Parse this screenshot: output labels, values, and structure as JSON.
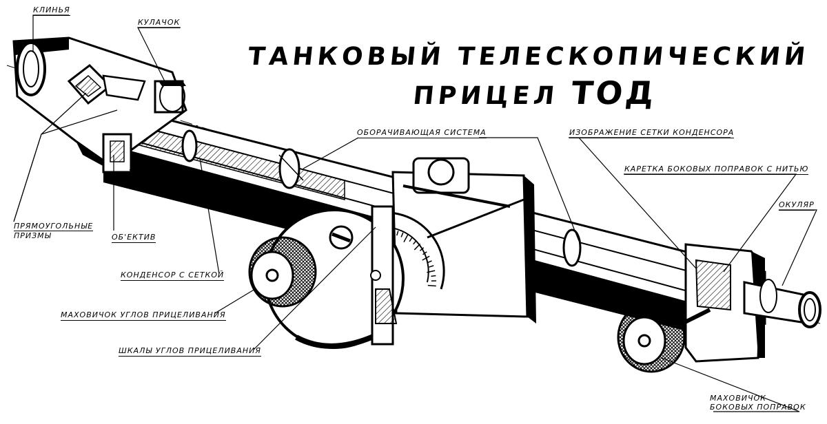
{
  "title": {
    "line1": "ТАНКОВЫЙ ТЕЛЕСКОПИЧЕСКИЙ",
    "line2_prefix": "ПРИЦЕЛ",
    "line2_model": "ТОД"
  },
  "labels": {
    "klinya": "КЛИНЬЯ",
    "kulachok": "КУЛАЧОК",
    "oborach": "ОБОРАЧИВАЮЩАЯ СИСТЕМА",
    "izobr": "ИЗОБРАЖЕНИЕ СЕТКИ КОНДЕНСОРА",
    "karetka": "КАРЕТКА БОКОВЫХ ПОПРАВОК С НИТЬЮ",
    "okulyar": "ОКУЛЯР",
    "prizmy_1": "ПРЯМОУГОЛЬНЫЕ",
    "prizmy_2": "ПРИЗМЫ",
    "obektiv": "ОБ'ЕКТИВ",
    "kondensor": "КОНДЕНСОР С СЕТКОЙ",
    "mahov_ugl": "МАХОВИЧОК УГЛОВ ПРИЦЕЛИВАНИЯ",
    "shkaly": "ШКАЛЫ УГЛОВ ПРИЦЕЛИВАНИЯ",
    "mahov_bok_1": "МАХОВИЧОК",
    "mahov_bok_2": "БОКОВЫХ ПОПРАВОК"
  }
}
